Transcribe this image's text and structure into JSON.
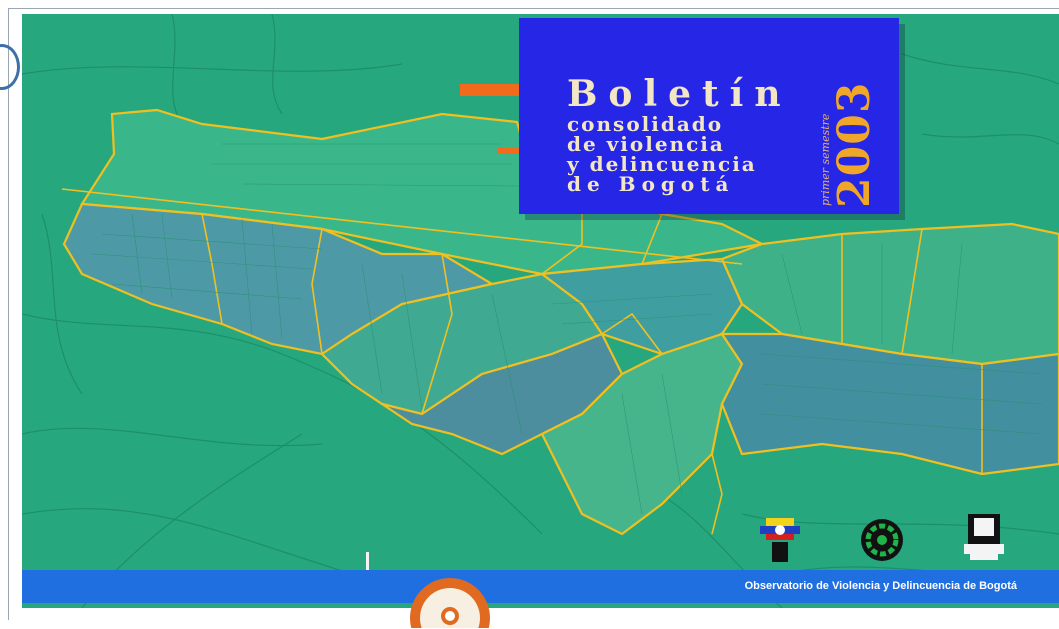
{
  "cover": {
    "title_main": "Boletín",
    "title_lines": [
      "consolidado",
      "de violencia",
      "y delincuencia",
      "de Bogotá"
    ],
    "subtitle_vertical": "primer semestre",
    "year": "2003"
  },
  "footer": {
    "observatory": "Observatorio de Violencia y Delincuencia de Bogotá"
  },
  "colors": {
    "map_green": "#27a77d",
    "title_blue": "#2626e6",
    "footer_blue": "#1f6fe0",
    "border_yellow": "#f0c020",
    "accent_orange": "#f26a1b",
    "year_orange": "#f0a628"
  },
  "icons": {
    "logo_left": "police-emblem-icon",
    "logo_middle": "green-circular-seal-icon",
    "logo_right": "bogota-shield-icon",
    "seal_bottom": "bogota-campaign-seal-icon"
  }
}
